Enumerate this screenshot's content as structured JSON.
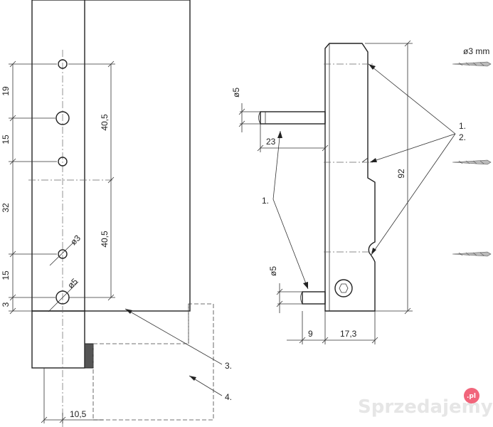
{
  "left_view": {
    "vertical_dims": [
      "19",
      "15",
      "32",
      "15",
      "3"
    ],
    "hole_dims": [
      "40,5",
      "40,5"
    ],
    "diameters": [
      "ø3",
      "ø5"
    ],
    "bottom_dim": "10,5",
    "callouts": [
      "3.",
      "4."
    ]
  },
  "right_view": {
    "pin_diameters": [
      "ø5",
      "ø5"
    ],
    "dim_pin_length": "23",
    "dim_height": "92",
    "dim_bottom_left": "9",
    "dim_bottom_right": "17,3",
    "callout_pin": "1.",
    "callout_holes": [
      "1.",
      "2."
    ]
  },
  "drill_label": "ø3 mm",
  "watermark": {
    "text": "Sprzedajemy",
    "suffix": ".pl"
  }
}
